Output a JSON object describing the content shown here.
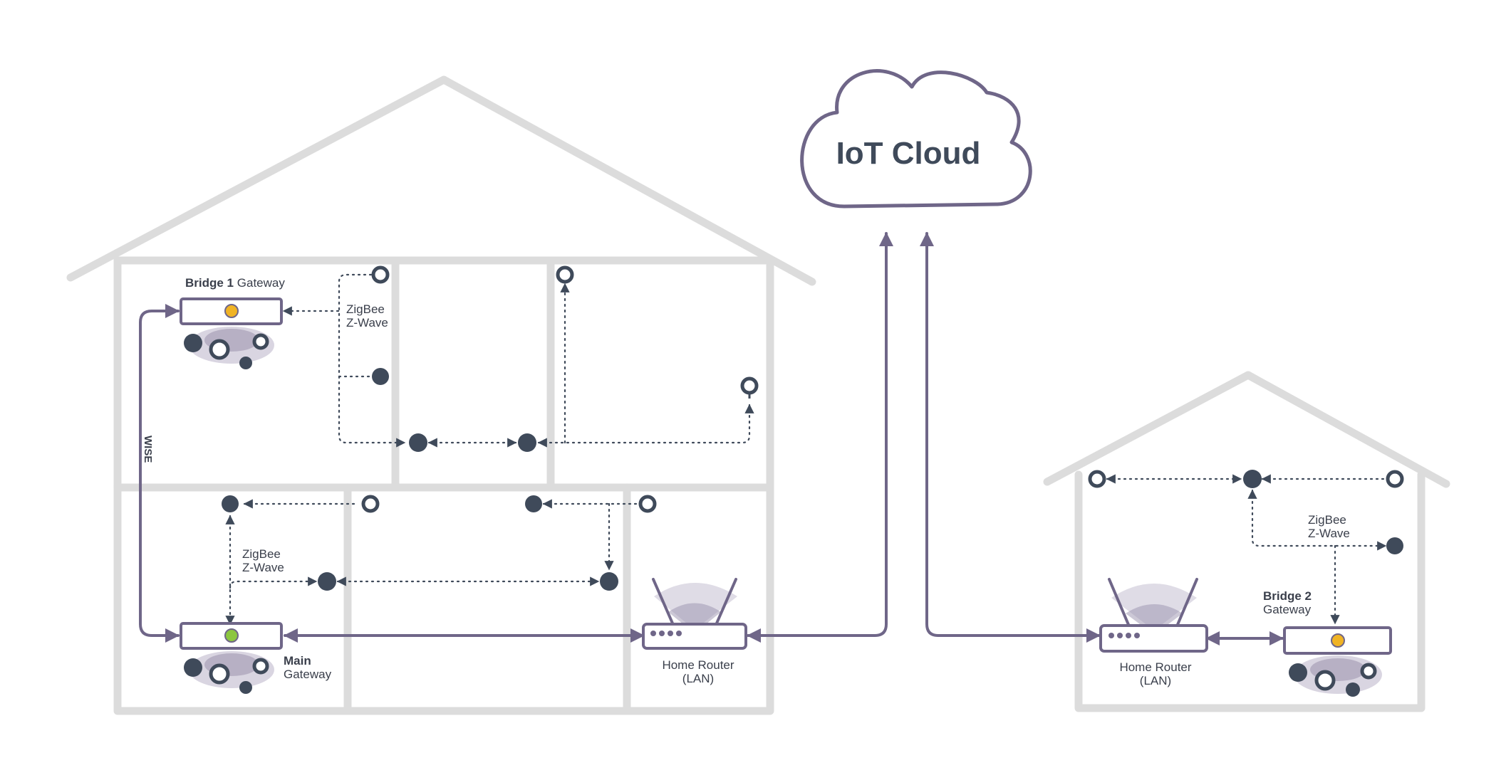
{
  "cloud": {
    "label": "IoT Cloud"
  },
  "house_main": {
    "bridge1": {
      "bold": "Bridge 1",
      "rest": "Gateway",
      "led_color": "#f0b324"
    },
    "main_gateway": {
      "line1": "Main",
      "line2": "Gateway",
      "led_color": "#8cc63f"
    },
    "protocol_upper": {
      "line1": "ZigBee",
      "line2": "Z-Wave"
    },
    "protocol_lower": {
      "line1": "ZigBee",
      "line2": "Z-Wave"
    },
    "wise_label": "WISE",
    "router": {
      "line1": "Home Router",
      "line2": "(LAN)"
    }
  },
  "house_small": {
    "bridge2": {
      "line1": "Bridge 2",
      "line2": "Gateway",
      "led_color": "#f0b324"
    },
    "protocol": {
      "line1": "ZigBee",
      "line2": "Z-Wave"
    },
    "router": {
      "line1": "Home Router",
      "line2": "(LAN)"
    }
  },
  "colors": {
    "link": "#6f6688",
    "node": "#3f4a5a",
    "wall": "#dcdcdc",
    "halo": "#b9b2c8"
  }
}
